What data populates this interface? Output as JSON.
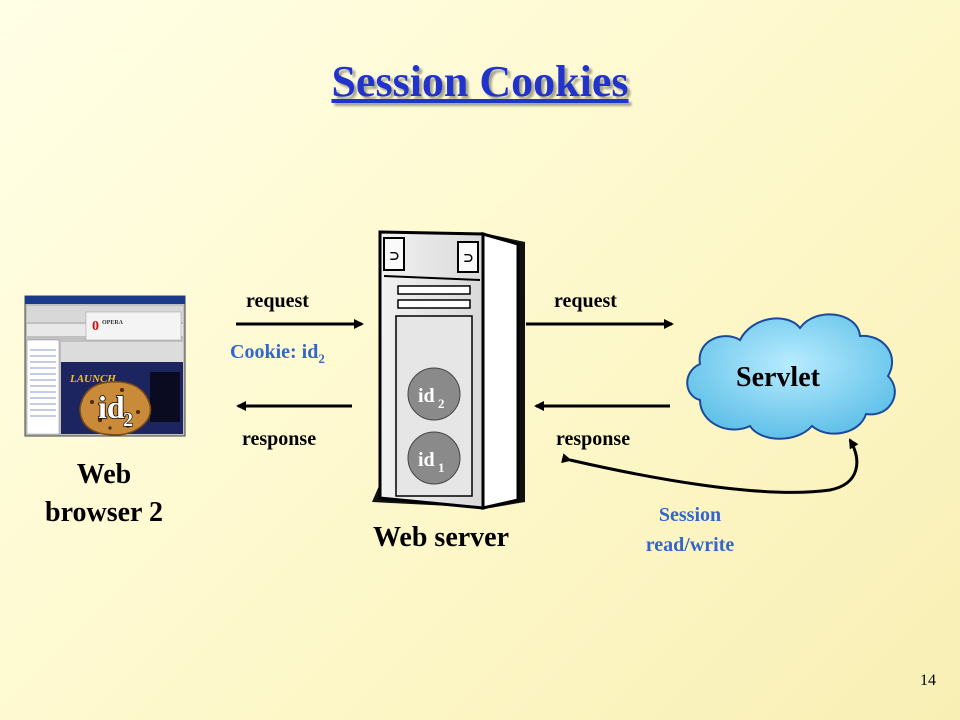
{
  "title": "Session Cookies",
  "browser": {
    "name_line1": "Web",
    "name_line2": "browser 2",
    "screen_brand": "OPERA",
    "screen_banner": "LAUNCH",
    "cookie_label": "id",
    "cookie_sub": "2"
  },
  "server": {
    "name": "Web server",
    "slot1_label": "id",
    "slot1_sub": "2",
    "slot2_label": "id",
    "slot2_sub": "1"
  },
  "servlet": {
    "name": "Servlet"
  },
  "left_arrows": {
    "request": "request",
    "cookie_text": "Cookie: id",
    "cookie_sub": "2",
    "response": "response"
  },
  "right_arrows": {
    "request": "request",
    "response": "response"
  },
  "session": {
    "line1": "Session",
    "line2": "read/write"
  },
  "page_number": "14",
  "colors": {
    "title": "#2233cc",
    "accent_blue": "#3366cc",
    "cloud_fill": "#7fd0f0",
    "cookie": "#c98a3a"
  }
}
